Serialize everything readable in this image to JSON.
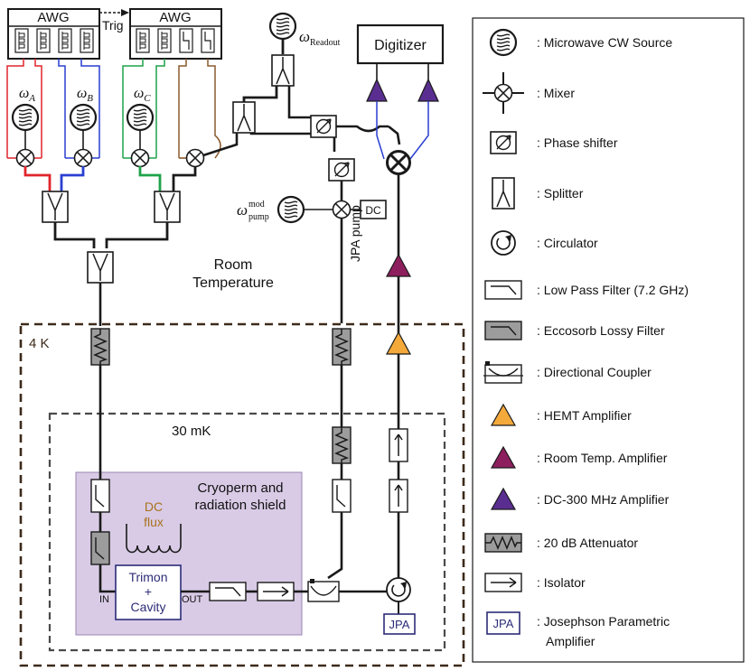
{
  "colors": {
    "wire": "#1a1a1a",
    "red": "#e0252b",
    "blue": "#2a3fd1",
    "green": "#1ea24a",
    "brown": "#8a5a2e",
    "shield_fill": "#d9cbe6",
    "shield_stroke": "#9b86b3",
    "hemt": "#f4a93b",
    "room_amp": "#8e1f5e",
    "dc_amp": "#5a2e91",
    "zone_4k": "#3d2a1a",
    "zone_30mk": "#4a4a4a",
    "navy": "#2c2c78",
    "dc_flux": "#a8721d",
    "attenuator": "#9c9c9c"
  },
  "diagram": {
    "awg1_label": "AWG",
    "awg2_label": "AWG",
    "trig_label": "Trig",
    "omega_a": "ω",
    "omega_a_sub": "A",
    "omega_b": "ω",
    "omega_b_sub": "B",
    "omega_c": "ω",
    "omega_c_sub": "C",
    "omega_readout": "ω",
    "omega_readout_sub": "Readout",
    "omega_pump": "ω",
    "omega_pump_sup": "mod",
    "omega_pump_sub": "pump",
    "digitizer": "Digitizer",
    "dc_box": "DC",
    "jpa_pump": "JPA pump",
    "room_temp_1": "Room",
    "room_temp_2": "Temperature",
    "zone_4k": "4 K",
    "zone_30mk": "30 mK",
    "shield_1": "Cryoperm and",
    "shield_2": "radiation shield",
    "dc_flux_1": "DC",
    "dc_flux_2": "flux",
    "trimon_1": "Trimon",
    "trimon_2": "+",
    "trimon_3": "Cavity",
    "in_label": "IN",
    "out_label": "OUT",
    "jpa_box": "JPA"
  },
  "legend": {
    "items": [
      {
        "icon": "cw-source-icon",
        "label": ": Microwave CW Source"
      },
      {
        "icon": "mixer-icon",
        "label": ": Mixer"
      },
      {
        "icon": "phase-shifter-icon",
        "label": ": Phase shifter"
      },
      {
        "icon": "splitter-icon",
        "label": ": Splitter"
      },
      {
        "icon": "circulator-icon",
        "label": ": Circulator"
      },
      {
        "icon": "low-pass-filter-icon",
        "label": ": Low Pass Filter (7.2 GHz)"
      },
      {
        "icon": "eccosorb-filter-icon",
        "label": ": Eccosorb Lossy Filter"
      },
      {
        "icon": "directional-coupler-icon",
        "label": ": Directional Coupler"
      },
      {
        "icon": "hemt-amplifier-icon",
        "label": ": HEMT Amplifier"
      },
      {
        "icon": "room-temp-amplifier-icon",
        "label": ": Room Temp. Amplifier"
      },
      {
        "icon": "dc-300mhz-amplifier-icon",
        "label": ": DC-300 MHz Amplifier"
      },
      {
        "icon": "attenuator-icon",
        "label": ": 20 dB Attenuator"
      },
      {
        "icon": "isolator-icon",
        "label": ": Isolator"
      },
      {
        "icon": "jpa-icon",
        "label": ": Josephson Parametric",
        "label2": "Amplifier",
        "box": "JPA"
      }
    ]
  }
}
